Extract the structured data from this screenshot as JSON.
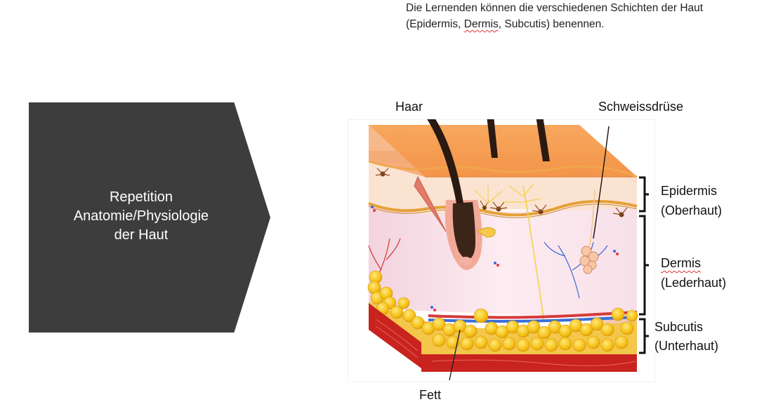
{
  "objective": {
    "line1": "Die Lernenden können die verschiedenen Schichten der Haut",
    "line2_prefix": "(Epidermis, ",
    "line2_dermis": "Dermis",
    "line2_suffix": ", Subcutis) benennen."
  },
  "arrow": {
    "line1": "Repetition",
    "line2": "Anatomie/Physiologie",
    "line3": "der Haut"
  },
  "labels": {
    "hair": "Haar",
    "sweat_gland": "Schweissdrüse",
    "fat": "Fett",
    "epidermis": "Epidermis",
    "epidermis_de": "(Oberhaut)",
    "dermis": "Dermis",
    "dermis_de": "(Lederhaut)",
    "subcutis": "Subcutis",
    "subcutis_de": "(Unterhaut)"
  },
  "colors": {
    "arrow_fill": "#3d3d3d",
    "arrow_text": "#ffffff",
    "epidermis_top": "#f6a25a",
    "dermis": "#fbe4ea",
    "fat": "#f6c21a",
    "muscle": "#c9231f"
  }
}
